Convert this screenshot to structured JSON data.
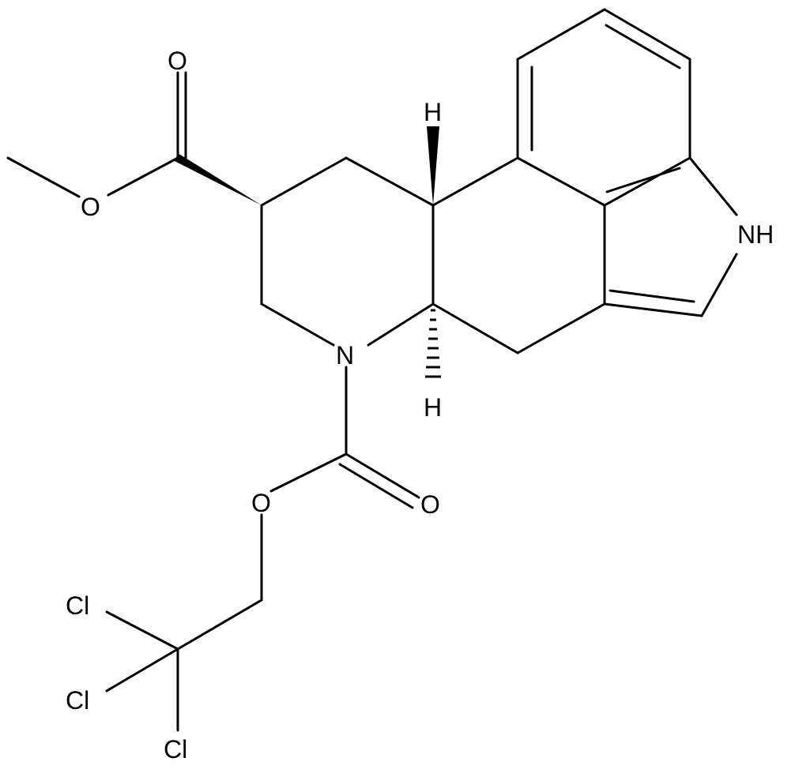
{
  "atoms": {
    "o_carbonyl_top": "O",
    "o_ester_top": "O",
    "n_indole": "NH",
    "h_top": "H",
    "n_ring": "N",
    "h_bottom": "H",
    "o_carbamate_ester": "O",
    "o_carbamate_carbonyl": "O",
    "cl_1": "Cl",
    "cl_2": "Cl",
    "cl_3": "Cl"
  },
  "colors": {
    "bond": "#000000",
    "background": "#ffffff"
  }
}
